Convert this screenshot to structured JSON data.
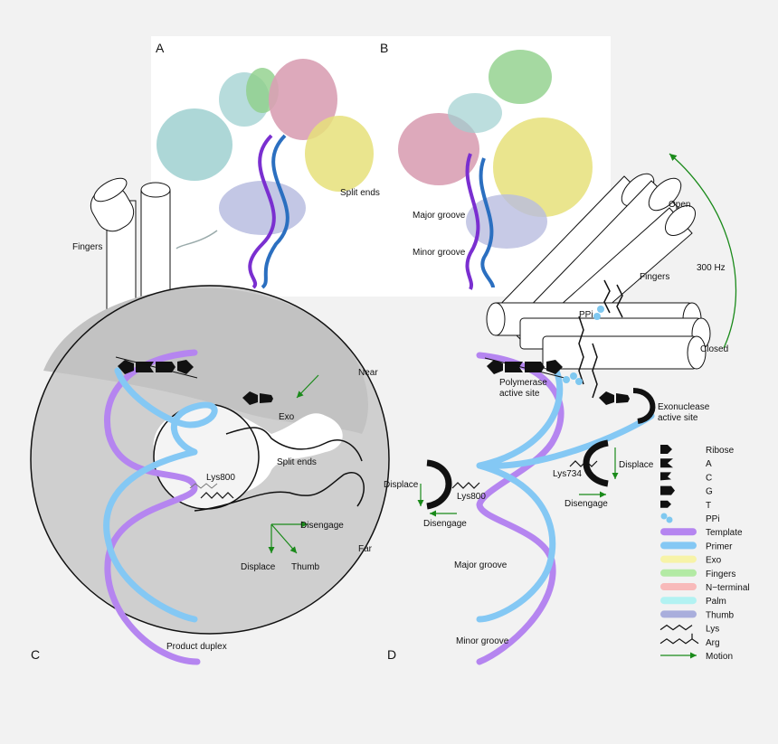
{
  "panels": {
    "a": "A",
    "b": "B",
    "c": "C",
    "d": "D"
  },
  "panel_c": {
    "fingers": "Fingers",
    "near": "Near",
    "far": "Far",
    "exo": "Exo",
    "split_ends": "Split ends",
    "lys800": "Lys800",
    "disengage": "Disengage",
    "displace": "Displace",
    "thumb": "Thumb",
    "product_duplex": "Product duplex"
  },
  "panel_a": {
    "split_ends": "Split ends"
  },
  "panel_b": {
    "major_groove": "Major groove",
    "minor_groove": "Minor groove"
  },
  "panel_d": {
    "open": "Open",
    "fingers": "Fingers",
    "hz": "300 Hz",
    "closed": "Closed",
    "ppi": "PPi",
    "polymerase_site": [
      "Polymerase",
      "active site"
    ],
    "exonuclease_site": [
      "Exonuclease",
      "active site"
    ],
    "lys734": "Lys734",
    "displace_right": "Displace",
    "disengage_right": "Disengage",
    "displace_left": "Displace",
    "lys800": "Lys800",
    "disengage_left": "Disengage",
    "major_groove": "Major groove",
    "minor_groove": "Minor groove"
  },
  "legend": [
    {
      "label": "Ribose",
      "kind": "ribose",
      "color": "#111111"
    },
    {
      "label": "A",
      "kind": "base-a",
      "color": "#111111"
    },
    {
      "label": "C",
      "kind": "base-c",
      "color": "#111111"
    },
    {
      "label": "G",
      "kind": "base-g",
      "color": "#111111"
    },
    {
      "label": "T",
      "kind": "base-t",
      "color": "#111111"
    },
    {
      "label": "PPi",
      "kind": "ppi",
      "color": "#7fc8f0"
    },
    {
      "label": "Template",
      "kind": "swatch",
      "color": "#b585f0"
    },
    {
      "label": "Primer",
      "kind": "swatch",
      "color": "#84c8f4"
    },
    {
      "label": "Exo",
      "kind": "swatch",
      "color": "#f7f3a8"
    },
    {
      "label": "Fingers",
      "kind": "swatch",
      "color": "#b3eaa4"
    },
    {
      "label": "N−terminal",
      "kind": "swatch",
      "color": "#f8baba"
    },
    {
      "label": "Palm",
      "kind": "swatch",
      "color": "#b2f2f2"
    },
    {
      "label": "Thumb",
      "kind": "swatch",
      "color": "#a9aedc"
    },
    {
      "label": "Lys",
      "kind": "lys",
      "color": "#111111"
    },
    {
      "label": "Arg",
      "kind": "arg",
      "color": "#111111"
    },
    {
      "label": "Motion",
      "kind": "motion",
      "color": "#1a8a1a"
    }
  ],
  "colors": {
    "template": "#b585f0",
    "primer": "#84c8f4",
    "motion": "#1a8a1a",
    "exo": "#e6e07a",
    "fingers": "#8fd08a",
    "n_terminal": "#d9a0b4",
    "palm": "#9fd0d0",
    "thumb": "#b9bde0"
  }
}
